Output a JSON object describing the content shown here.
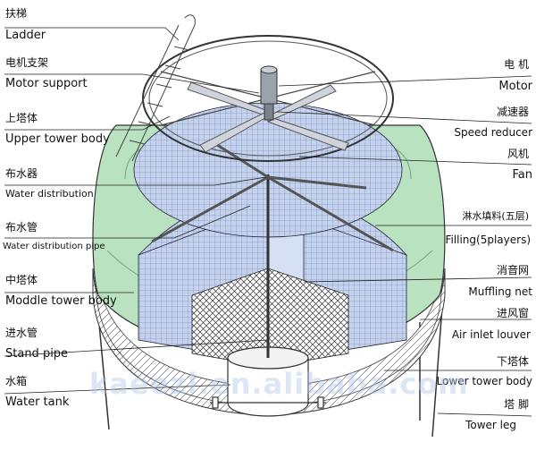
{
  "labels_left": [
    {
      "cn": "扶梯",
      "en": "Ladder"
    },
    {
      "cn": "电机支架",
      "en": "Motor support"
    },
    {
      "cn": "上塔体",
      "en": "Upper tower body"
    },
    {
      "cn": "布水器",
      "en": "Water distribution"
    },
    {
      "cn": "布水管",
      "en": "Water distribution pipe"
    },
    {
      "cn": "中塔体",
      "en": "Moddle tower body"
    },
    {
      "cn": "进水管",
      "en": "Stand pipe"
    },
    {
      "cn": "水箱",
      "en": "Water tank"
    }
  ],
  "labels_right": [
    {
      "cn": "电 机",
      "en": "Motor"
    },
    {
      "cn": "减速器",
      "en": "Speed reducer"
    },
    {
      "cn": "风机",
      "en": "Fan"
    },
    {
      "cn": "淋水填料(五层)",
      "en": "Filling(5players)"
    },
    {
      "cn": "消音网",
      "en": "Muffling net"
    },
    {
      "cn": "进风窗",
      "en": "Air inlet louver"
    },
    {
      "cn": "下塔体",
      "en": "Lower tower body"
    },
    {
      "cn": "塔 脚",
      "en": "Tower leg"
    }
  ],
  "watermark": "kaeezl.en.alibaba.com",
  "colors": {
    "tower_green": "#b9e3c0",
    "fill_blue": "#b8c8e8",
    "line": "#222222"
  }
}
